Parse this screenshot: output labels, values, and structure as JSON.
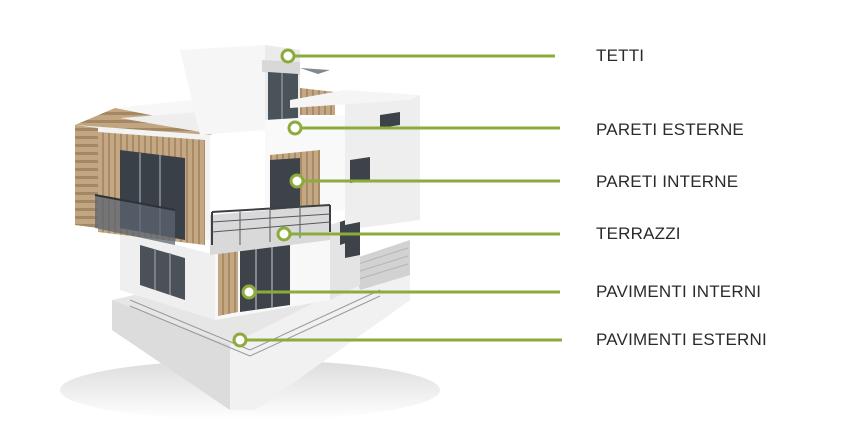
{
  "accent_color": "#8cab3c",
  "callouts": [
    {
      "id": "tetti",
      "label": "TETTI"
    },
    {
      "id": "pareti-esterne",
      "label": "PARETI ESTERNE"
    },
    {
      "id": "pareti-interne",
      "label": "PARETI INTERNE"
    },
    {
      "id": "terrazzi",
      "label": "TERRAZZI"
    },
    {
      "id": "pavimenti-interni",
      "label": "PAVIMENTI INTERNI"
    },
    {
      "id": "pavimenti-esterni",
      "label": "PAVIMENTI ESTERNI"
    }
  ]
}
